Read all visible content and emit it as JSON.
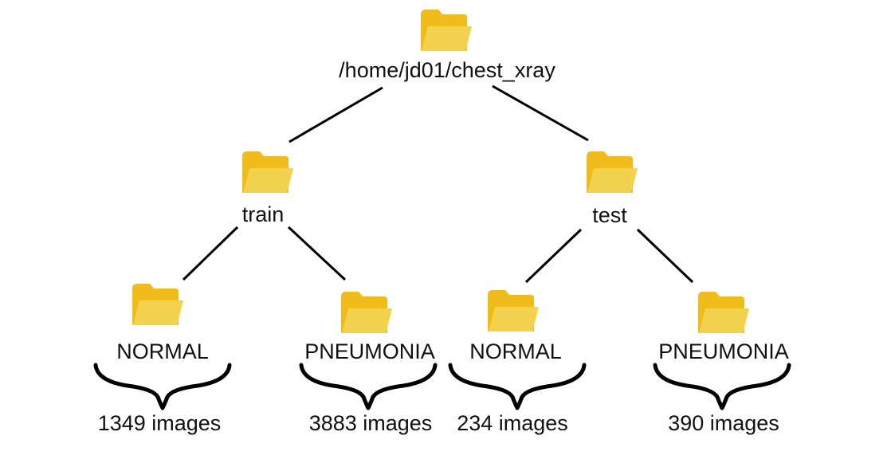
{
  "root": {
    "label": "/home/jd01/chest_xray"
  },
  "splits": [
    {
      "label": "train",
      "classes": [
        {
          "label": "NORMAL",
          "count": "1349 images"
        },
        {
          "label": "PNEUMONIA",
          "count": "3883 images"
        }
      ]
    },
    {
      "label": "test",
      "classes": [
        {
          "label": "NORMAL",
          "count": "234 images"
        },
        {
          "label": "PNEUMONIA",
          "count": "390 images"
        }
      ]
    }
  ],
  "icons": {
    "node": "folder-icon",
    "group": "curly-brace"
  },
  "colors": {
    "folder_back": "#F0BC1C",
    "folder_front": "#F2D24E",
    "text": "#111111",
    "line": "#000000"
  }
}
